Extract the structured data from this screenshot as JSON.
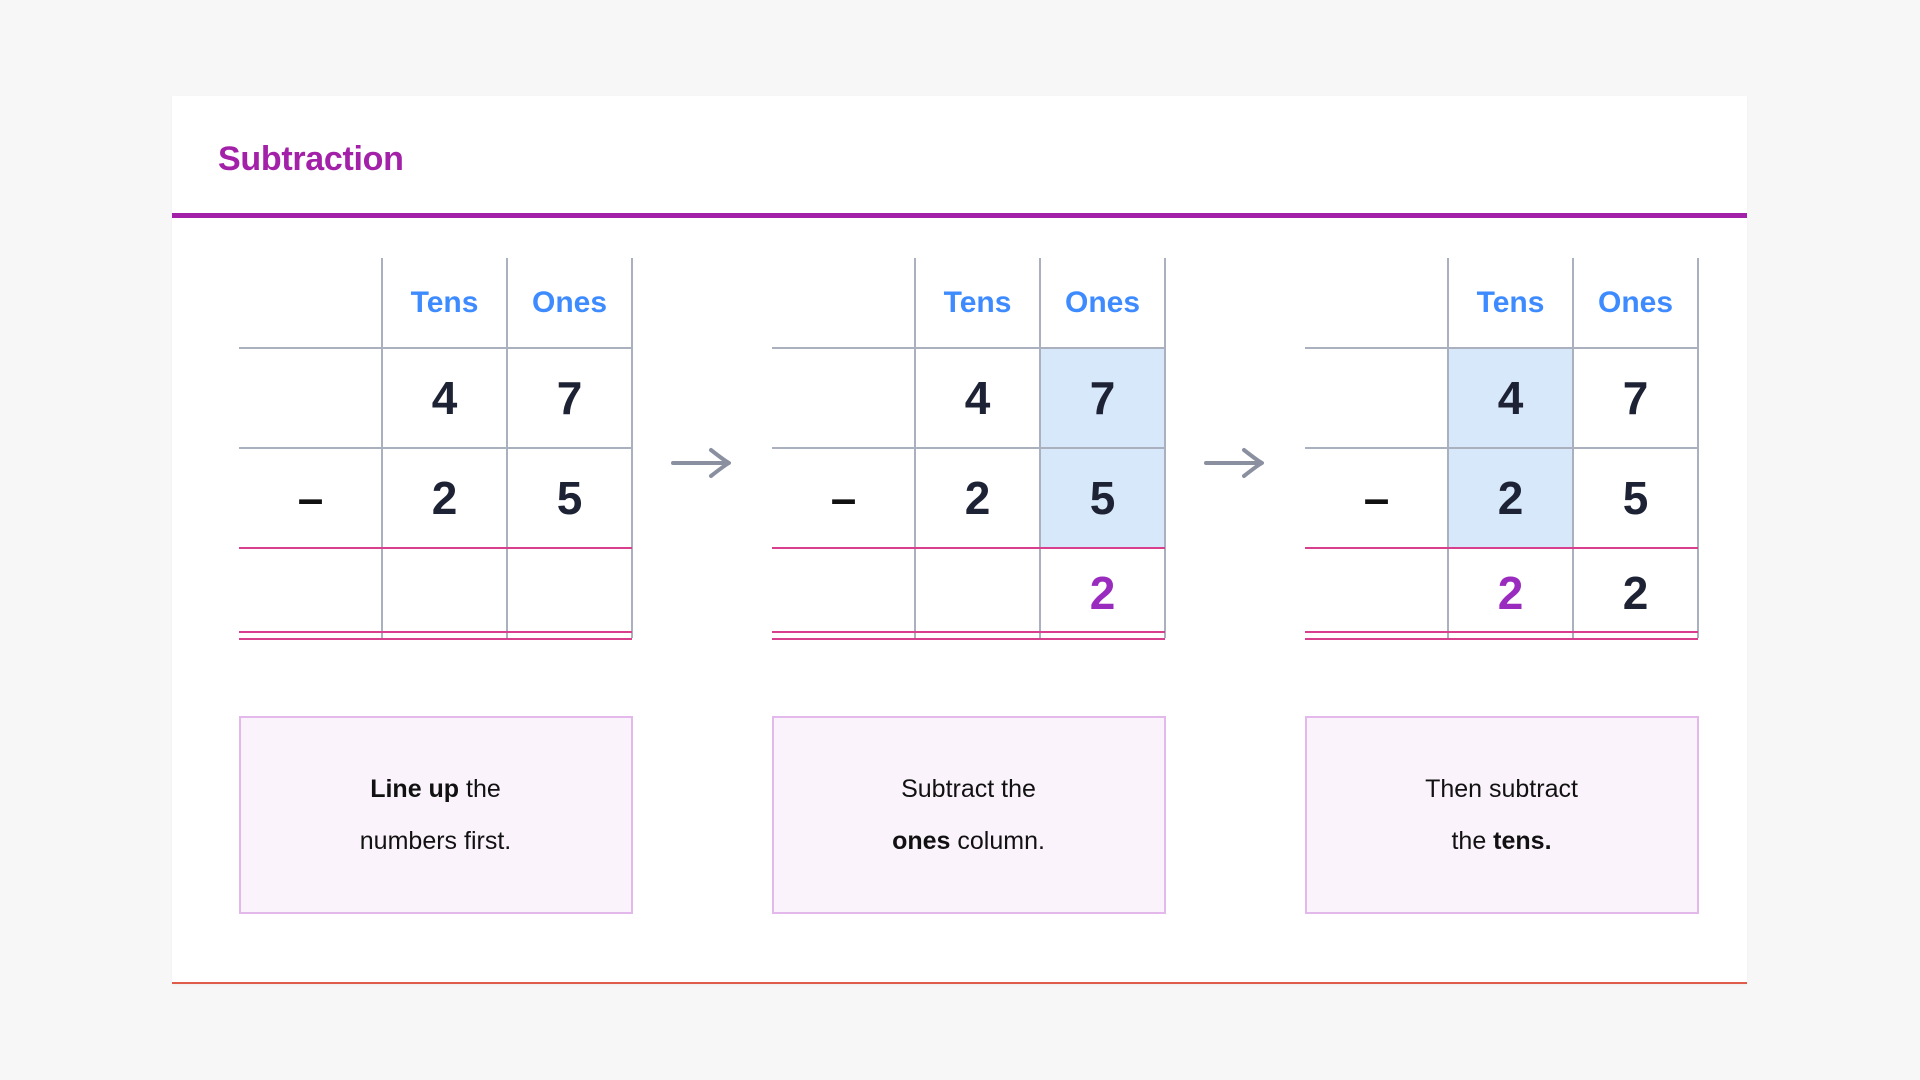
{
  "header": {
    "title": "Subtraction",
    "accent_color": "#a320a8"
  },
  "colors": {
    "heading_blue": "#3d8bff",
    "digit_dark": "#1d2234",
    "answer_purple": "#9a2bbf",
    "highlight_blue": "#d7e8fb",
    "rule_pink": "#d8408e",
    "grid_gray": "#aab0bd",
    "caption_bg": "#fbf3fc",
    "caption_border": "#e3b9ec",
    "card_bottom_rule": "#e05c4a"
  },
  "columns": {
    "tens_label": "Tens",
    "ones_label": "Ones"
  },
  "arrow_icon": "arrow-right",
  "steps": [
    {
      "id": "step-1",
      "minuend": {
        "tens": "4",
        "ones": "7"
      },
      "operator": "–",
      "subtrahend": {
        "tens": "2",
        "ones": "5"
      },
      "result": {
        "tens": "",
        "ones": ""
      },
      "highlight": "none",
      "caption": {
        "lead": "Line up",
        "line1_rest": " the",
        "line2": "numbers first.",
        "bold_part": "lead"
      }
    },
    {
      "id": "step-2",
      "minuend": {
        "tens": "4",
        "ones": "7"
      },
      "operator": "–",
      "subtrahend": {
        "tens": "2",
        "ones": "5"
      },
      "result": {
        "tens": "",
        "ones": "2"
      },
      "highlight": "ones",
      "caption": {
        "line1": "Subtract the",
        "bold": "ones",
        "line2_rest": " column.",
        "bold_part": "line2"
      }
    },
    {
      "id": "step-3",
      "minuend": {
        "tens": "4",
        "ones": "7"
      },
      "operator": "–",
      "subtrahend": {
        "tens": "2",
        "ones": "5"
      },
      "result": {
        "tens": "2",
        "ones": "2"
      },
      "highlight": "tens",
      "caption": {
        "line1": "Then subtract",
        "line2_lead": "the ",
        "bold": "tens",
        "line2_rest": ".",
        "bold_part": "line2"
      }
    }
  ],
  "captions": [
    {
      "line1_a": "Line up",
      "line1_b": " the",
      "line2_a": "numbers first.",
      "line2_b": ""
    },
    {
      "line1_a": "",
      "line1_b": "Subtract the",
      "line2_a": "ones",
      "line2_b": " column."
    },
    {
      "line1_a": "",
      "line1_b": "Then subtract",
      "line2_a": "the ",
      "line2_b": "tens."
    }
  ]
}
